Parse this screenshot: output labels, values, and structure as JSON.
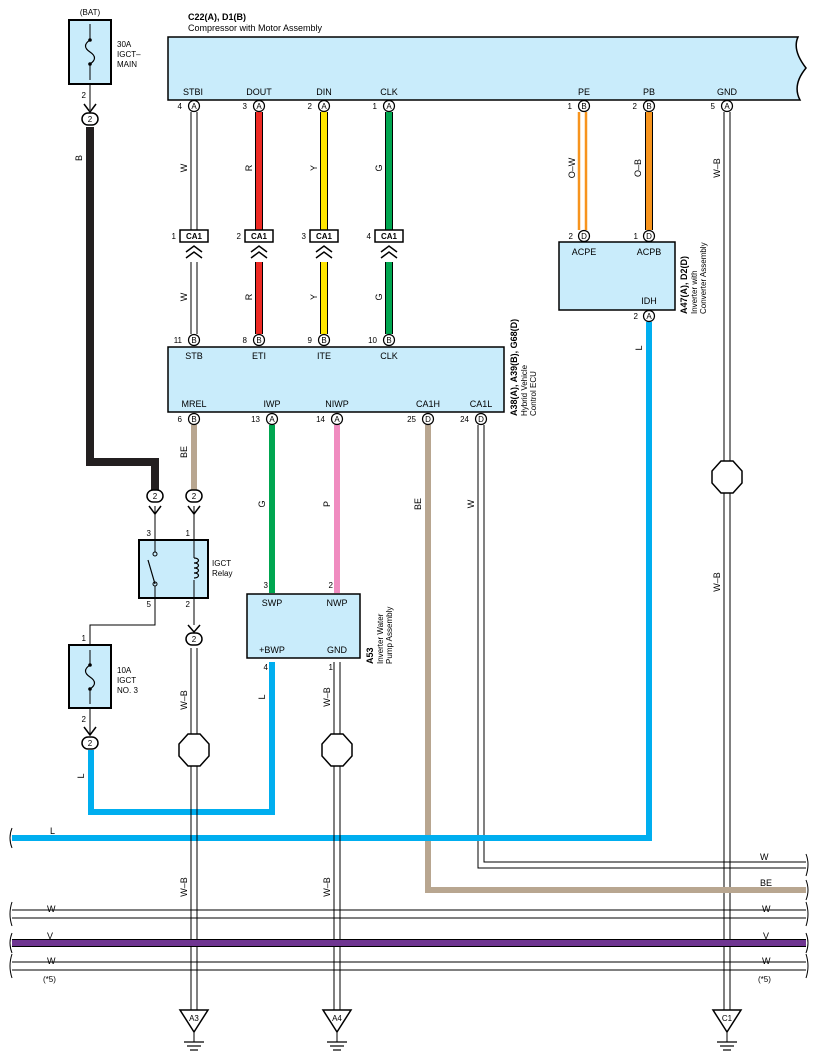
{
  "compressor": {
    "ref": "C22(A), D1(B)",
    "name": "Compressor with Motor Assembly",
    "terminals": [
      {
        "label": "STBI",
        "pin": "4",
        "conn": "A"
      },
      {
        "label": "DOUT",
        "pin": "3",
        "conn": "A"
      },
      {
        "label": "DIN",
        "pin": "2",
        "conn": "A"
      },
      {
        "label": "CLK",
        "pin": "1",
        "conn": "A"
      },
      {
        "label": "PE",
        "pin": "1",
        "conn": "B"
      },
      {
        "label": "PB",
        "pin": "2",
        "conn": "B"
      },
      {
        "label": "GND",
        "pin": "5",
        "conn": "A"
      }
    ]
  },
  "fuse_main": {
    "source": "(BAT)",
    "rating": "30A",
    "name1": "IGCT–",
    "name2": "MAIN",
    "pin": "2",
    "junction": "2",
    "wire": "B"
  },
  "relay": {
    "name1": "IGCT",
    "name2": "Relay",
    "pin1": "1",
    "pin2": "2",
    "pin3": "3",
    "pin5": "5",
    "j_left": "2",
    "j_right": "2",
    "j_bottom": "2"
  },
  "fuse_no3": {
    "rating": "10A",
    "name1": "IGCT",
    "name2": "NO. 3",
    "pin_top": "1",
    "pin_bottom": "2",
    "junction": "2",
    "wire": "L"
  },
  "splice": {
    "connector": "CA1",
    "pins": [
      "1",
      "2",
      "3",
      "4"
    ],
    "wires_top": [
      "W",
      "R",
      "Y",
      "G"
    ],
    "wires_bottom": [
      "W",
      "R",
      "Y",
      "G"
    ]
  },
  "hv_ecu": {
    "ref": "A38(A), A39(B), G68(D)",
    "name1": "Hybrid Vehicle",
    "name2": "Control ECU",
    "top_terminals": [
      {
        "label": "STB",
        "pin": "11",
        "conn": "B"
      },
      {
        "label": "ETI",
        "pin": "8",
        "conn": "B"
      },
      {
        "label": "ITE",
        "pin": "9",
        "conn": "B"
      },
      {
        "label": "CLK",
        "pin": "10",
        "conn": "B"
      }
    ],
    "bottom_terminals": [
      {
        "label": "MREL",
        "pin": "6",
        "conn": "B"
      },
      {
        "label": "IWP",
        "pin": "13",
        "conn": "A"
      },
      {
        "label": "NIWP",
        "pin": "14",
        "conn": "A"
      },
      {
        "label": "CA1H",
        "pin": "25",
        "conn": "D"
      },
      {
        "label": "CA1L",
        "pin": "24",
        "conn": "D"
      }
    ]
  },
  "inverter_conv": {
    "ref": "A47(A), D2(D)",
    "name1": "Inverter with",
    "name2": "Converter Assembly",
    "terminals": [
      {
        "label": "ACPE",
        "pin": "2",
        "conn": "D"
      },
      {
        "label": "ACPB",
        "pin": "1",
        "conn": "D"
      },
      {
        "label": "IDH",
        "pin": "2",
        "conn": "A"
      }
    ],
    "wires": [
      "O–W",
      "O–B",
      "L"
    ]
  },
  "pump": {
    "ref": "A53",
    "name1": "Inverter Water",
    "name2": "Pump Assembly",
    "terminals": [
      {
        "label": "SWP",
        "pin": "3"
      },
      {
        "label": "NWP",
        "pin": "2"
      },
      {
        "label": "+BWP",
        "pin": "4"
      },
      {
        "label": "GND",
        "pin": "1"
      }
    ]
  },
  "wire_labels": {
    "W": "W",
    "R": "R",
    "Y": "Y",
    "G": "G",
    "BE": "BE",
    "P": "P",
    "L": "L",
    "WB": "W–B",
    "V": "V",
    "OW": "O–W",
    "OB": "O–B",
    "B": "B"
  },
  "bus": {
    "note": "(*5)"
  },
  "grounds": [
    "A3",
    "A4",
    "C1"
  ],
  "colors": {
    "component": "#c9ecfb",
    "red": "#ee2a24",
    "yellow": "#ffe600",
    "green": "#00a650",
    "blue": "#00aeef",
    "tan": "#b8a690",
    "pink": "#f08cc0",
    "orange": "#f7941d",
    "purple": "#6f3591",
    "black": "#231f20"
  }
}
